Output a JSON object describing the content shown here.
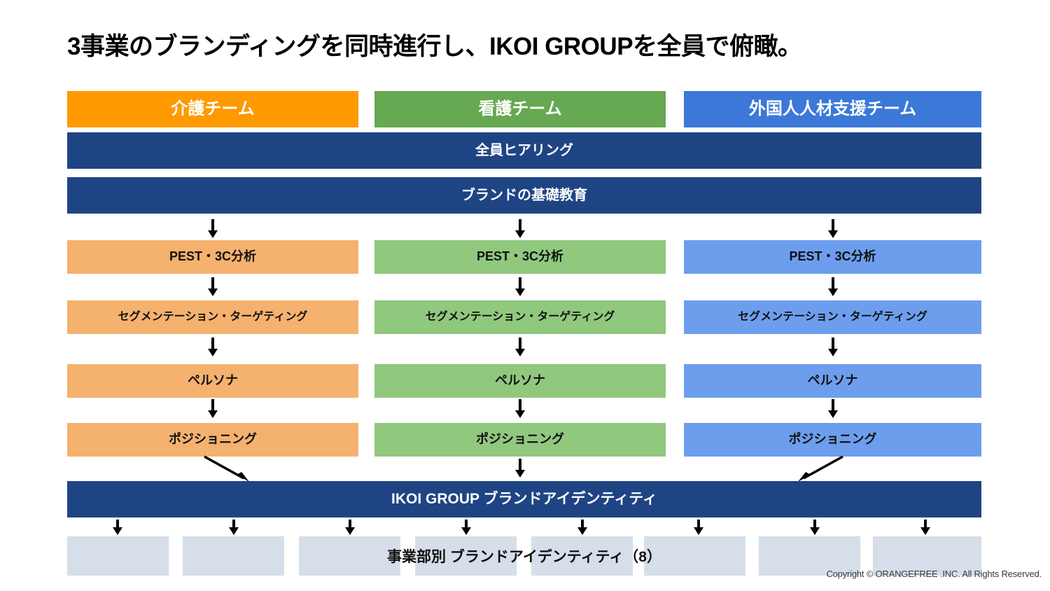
{
  "slide": {
    "title": "3事業のブランディングを同時進行し、IKOI GROUPを全員で俯瞰。",
    "copyright": "Copyright © ORANGEFREE .INC. All Rights Reserved."
  },
  "colors": {
    "orange_header": "#ff9900",
    "green_header": "#67a853",
    "blue_header": "#3b78d8",
    "orange_step": "#f5b16e",
    "green_step": "#90c87e",
    "blue_step": "#6d9eee",
    "navy_bar": "#1f4484",
    "leaf_box": "#d6dee9",
    "text_dark": "#111111",
    "text_light": "#ffffff"
  },
  "columns": [
    {
      "header": "介護チーム",
      "header_color": "#ff9900",
      "step_color": "#f5b16e",
      "steps": [
        "PEST・3C分析",
        "セグメンテーション・ターゲティング",
        "ペルソナ",
        "ポジショニング"
      ]
    },
    {
      "header": "看護チーム",
      "header_color": "#67a853",
      "step_color": "#90c87e",
      "steps": [
        "PEST・3C分析",
        "セグメンテーション・ターゲティング",
        "ペルソナ",
        "ポジショニング"
      ]
    },
    {
      "header": "外国人人材支援チーム",
      "header_color": "#3b78d8",
      "step_color": "#6d9eee",
      "steps": [
        "PEST・3C分析",
        "セグメンテーション・ターゲティング",
        "ペルソナ",
        "ポジショニング"
      ]
    }
  ],
  "shared_bars": [
    {
      "label": "全員ヒアリング"
    },
    {
      "label": "ブランドの基礎教育"
    }
  ],
  "identity_bar": {
    "label": "IKOI GROUP ブランドアイデンティティ"
  },
  "leaf_row": {
    "caption": "事業部別 ブランドアイデンティティ（8）",
    "count": 8,
    "boxes": [
      "",
      "",
      "",
      "",
      "",
      "",
      "",
      ""
    ]
  }
}
